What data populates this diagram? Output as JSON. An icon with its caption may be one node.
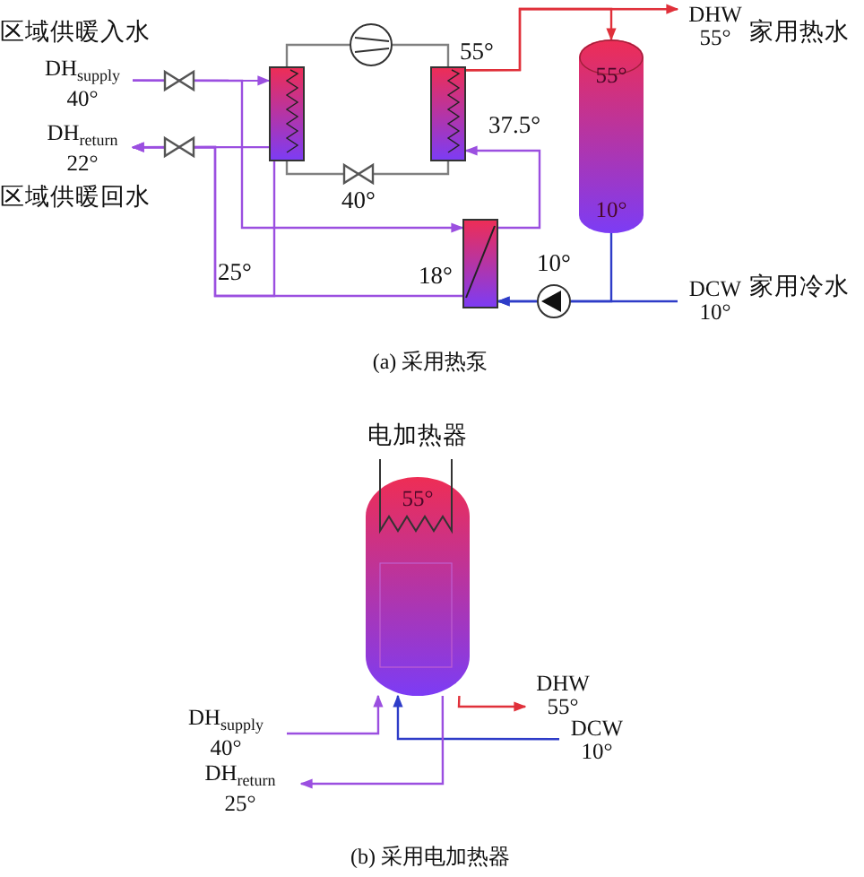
{
  "diagram": {
    "nodes": [
      {
        "text": [
          "DH$_{supply}$",
          "40°"
        ]
      },
      {
        "text": [
          "DH$_{return}$",
          "22°"
        ]
      },
      {
        "text": [],
        "shape": "box"
      },
      {
        "text": [],
        "shape": "circle"
      },
      {
        "text": [],
        "shape": "box"
      },
      {
        "text": [],
        "shape": "box"
      },
      {
        "text": [
          "55°",
          "10°"
        ]
      },
      {
        "text": [
          "DHW",
          "55°"
        ]
      },
      {
        "text": [
          "DCW",
          "10°"
        ]
      },
      {
        "text": [
          "55°"
        ]
      },
      {
        "text": [
          "DH$_{supply}$",
          "40°"
        ]
      },
      {
        "text": [
          "DH$_{return}$",
          "25°"
        ]
      },
      {
        "text": [
          "DHW",
          "55°"
        ]
      },
      {
        "text": [
          "DCW",
          "10°"
        ]
      }
    ],
    "edges": [
      {
        "from": 0,
        "to": 2,
        "arrow": "to"
      },
      {
        "from": 2,
        "to": 1,
        "arrow": "to"
      },
      {
        "from": 0,
        "to": 5,
        "arrow": "to"
      },
      {
        "from": 5,
        "to": 4,
        "arrow": "to"
      },
      {
        "from": 4,
        "to": 7,
        "arrow": "to",
        "color": "#e0303a"
      },
      {
        "from": 4,
        "to": 6,
        "arrow": "to",
        "color": "#e0303a"
      },
      {
        "from": 6,
        "to": 5,
        "arrow": "to",
        "color": "#2e3cc8"
      },
      {
        "from": 8,
        "to": 5,
        "arrow": "to",
        "color": "#2e3cc8"
      },
      {
        "from": 2,
        "to": 1,
        "arrow": "to"
      },
      {
        "from": 5,
        "to": 1,
        "arrow": "to"
      },
      {
        "from": 2,
        "to": 3,
        "arrow": "none",
        "color": "#808080"
      },
      {
        "from": 3,
        "to": 4,
        "arrow": "none",
        "color": "#808080"
      },
      {
        "from": 4,
        "to": 2,
        "arrow": "none",
        "color": "#808080"
      },
      {
        "from": 10,
        "to": 9,
        "arrow": "to"
      },
      {
        "from": 13,
        "to": 9,
        "arrow": "to",
        "color": "#2e3cc8"
      },
      {
        "from": 9,
        "to": 12,
        "arrow": "to",
        "color": "#e0303a"
      },
      {
        "from": 9,
        "to": 11,
        "arrow": "to"
      }
    ],
    "labels": [
      "区域供暖入水",
      "区域供暖回水",
      "家用热水",
      "家用冷水",
      "55°",
      "37.5°",
      "40°",
      "25°",
      "18°",
      "10°",
      "(a) 采用热泵",
      "电加热器",
      "(b) 采用电加热器"
    ]
  }
}
